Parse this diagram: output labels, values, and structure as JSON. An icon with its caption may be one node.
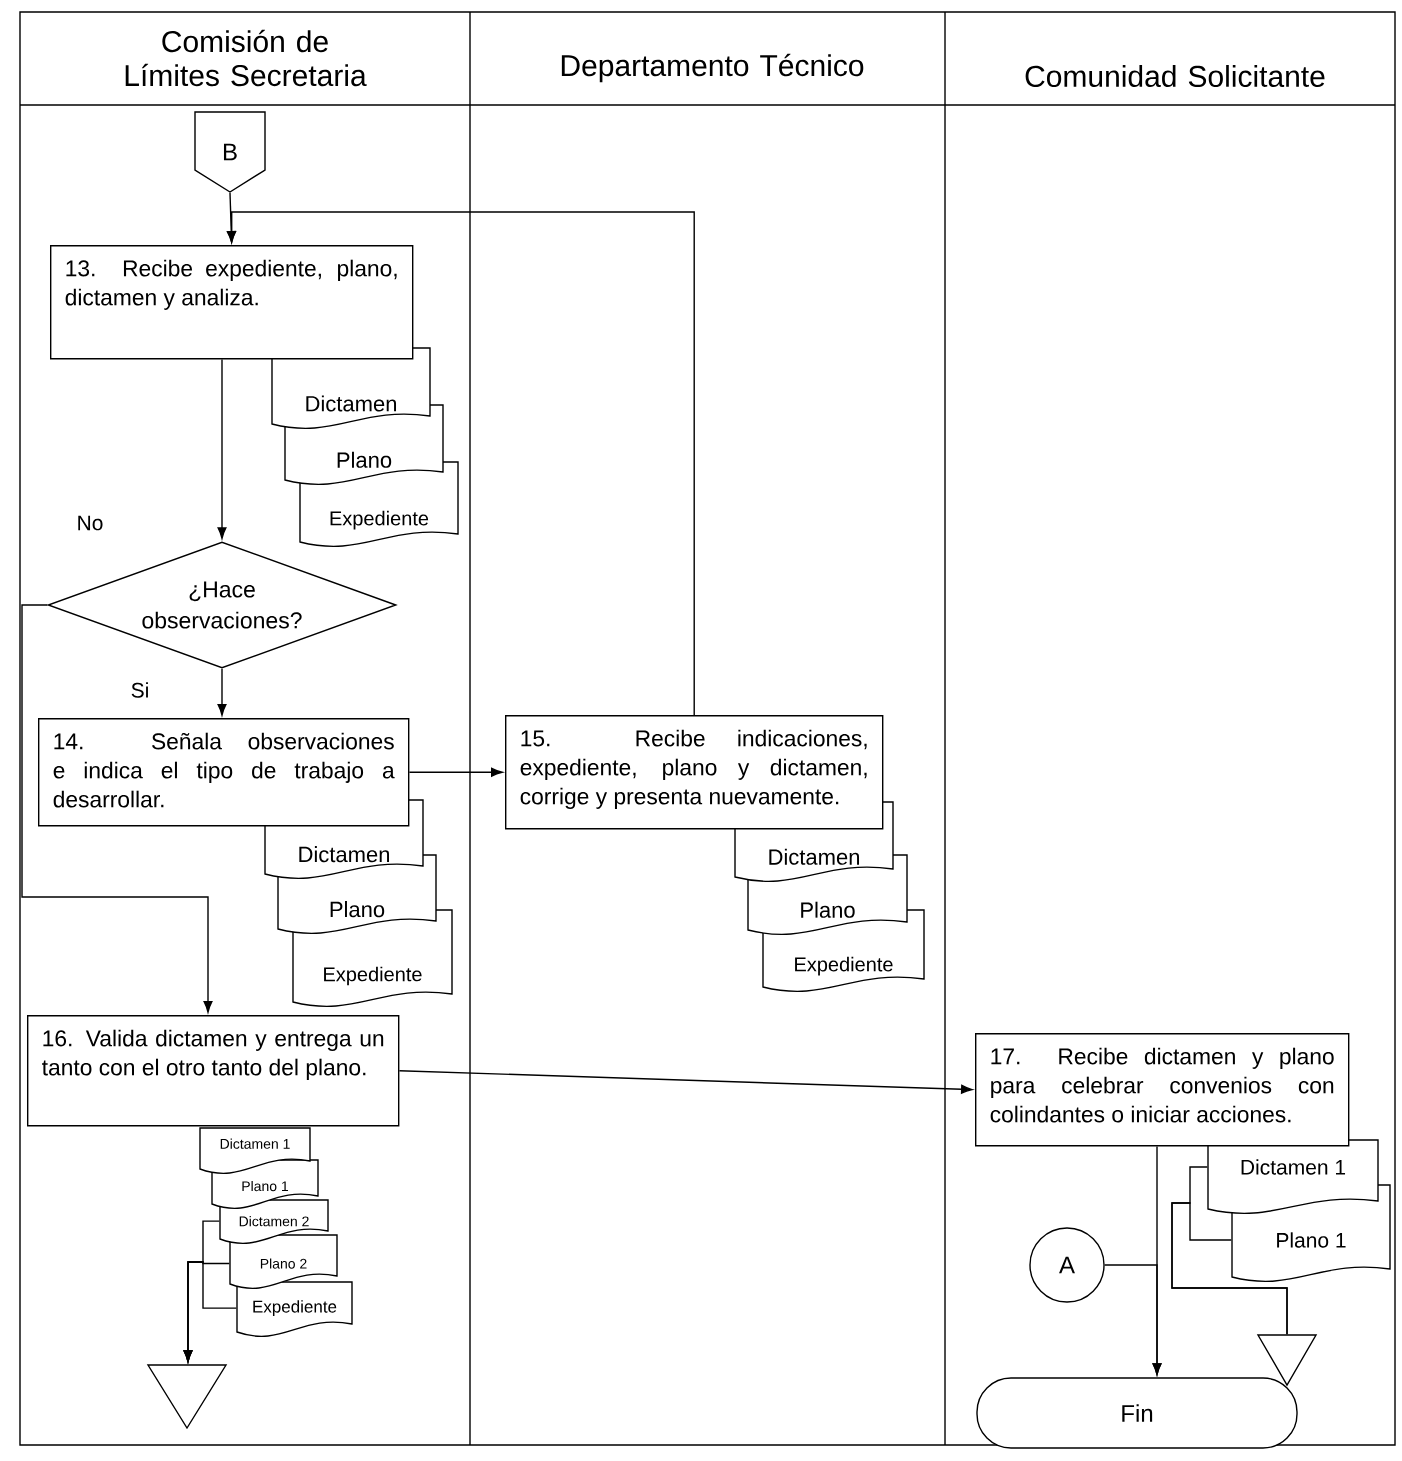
{
  "diagram": {
    "nodes": [
      {
        "text": [
          "Comisión de Límites Secretaria"
        ]
      },
      {
        "text": [
          "Departamento Técnico"
        ]
      },
      {
        "text": [
          "Comunidad Solicitante"
        ]
      },
      {
        "text": [
          "B"
        ]
      },
      {
        "text": [
          "13. Recibe expediente, plano, dictamen y analiza."
        ]
      },
      {
        "text": [
          "Dictamen"
        ]
      },
      {
        "text": [
          "Plano"
        ]
      },
      {
        "text": [
          "Expediente"
        ]
      },
      {
        "text": [
          "¿Hace observaciones?"
        ]
      },
      {
        "text": [
          "14. Señala observaciones e indica el tipo de trabajo a desarrollar."
        ]
      },
      {
        "text": [
          "Dictamen"
        ]
      },
      {
        "text": [
          "Plano"
        ]
      },
      {
        "text": [
          "Expediente"
        ]
      },
      {
        "text": [
          "15. Recibe indicaciones, expediente, plano y dictamen, corrige y presenta nuevamente."
        ]
      },
      {
        "text": [
          "Dictamen"
        ]
      },
      {
        "text": [
          "Plano"
        ]
      },
      {
        "text": [
          "Expediente"
        ]
      },
      {
        "text": [
          "16. Valida dictamen y entrega un tanto con el otro tanto del plano."
        ]
      },
      {
        "text": [
          "Dictamen 1"
        ]
      },
      {
        "text": [
          "Plano 1"
        ]
      },
      {
        "text": [
          "Dictamen 2"
        ]
      },
      {
        "text": [
          "Plano 2"
        ]
      },
      {
        "text": [
          "Expediente"
        ]
      },
      {
        "text": [],
        "shape": "triangle"
      },
      {
        "text": [
          "17. Recibe dictamen y plano para celebrar convenios con colindantes o iniciar acciones."
        ]
      },
      {
        "text": [
          "Dictamen 1"
        ]
      },
      {
        "text": [
          "Plano 1"
        ]
      },
      {
        "text": [
          "A"
        ]
      },
      {
        "text": [],
        "shape": "triangle"
      },
      {
        "text": [
          "Fin"
        ]
      }
    ],
    "edges": [
      {
        "from": 3,
        "to": 4,
        "arrow": "to"
      },
      {
        "from": 13,
        "to": 4,
        "arrow": "to"
      },
      {
        "from": 4,
        "to": 8,
        "arrow": "to"
      },
      {
        "from": 8,
        "to": 9,
        "arrow": "to",
        "label": "Si"
      },
      {
        "from": 8,
        "to": 17,
        "arrow": "to",
        "label": "No"
      },
      {
        "from": 9,
        "to": 13,
        "arrow": "to"
      },
      {
        "from": 17,
        "to": 24,
        "arrow": "to"
      },
      {
        "from": 24,
        "to": 29,
        "arrow": "to"
      },
      {
        "from": 27,
        "to": 29,
        "arrow": "to"
      },
      {
        "from": 20,
        "to": 23,
        "arrow": "to"
      },
      {
        "from": 21,
        "to": 23,
        "arrow": "to"
      },
      {
        "from": 22,
        "to": 23,
        "arrow": "to"
      },
      {
        "from": 25,
        "to": 28,
        "arrow": "none"
      },
      {
        "from": 26,
        "to": 28,
        "arrow": "none"
      }
    ]
  }
}
